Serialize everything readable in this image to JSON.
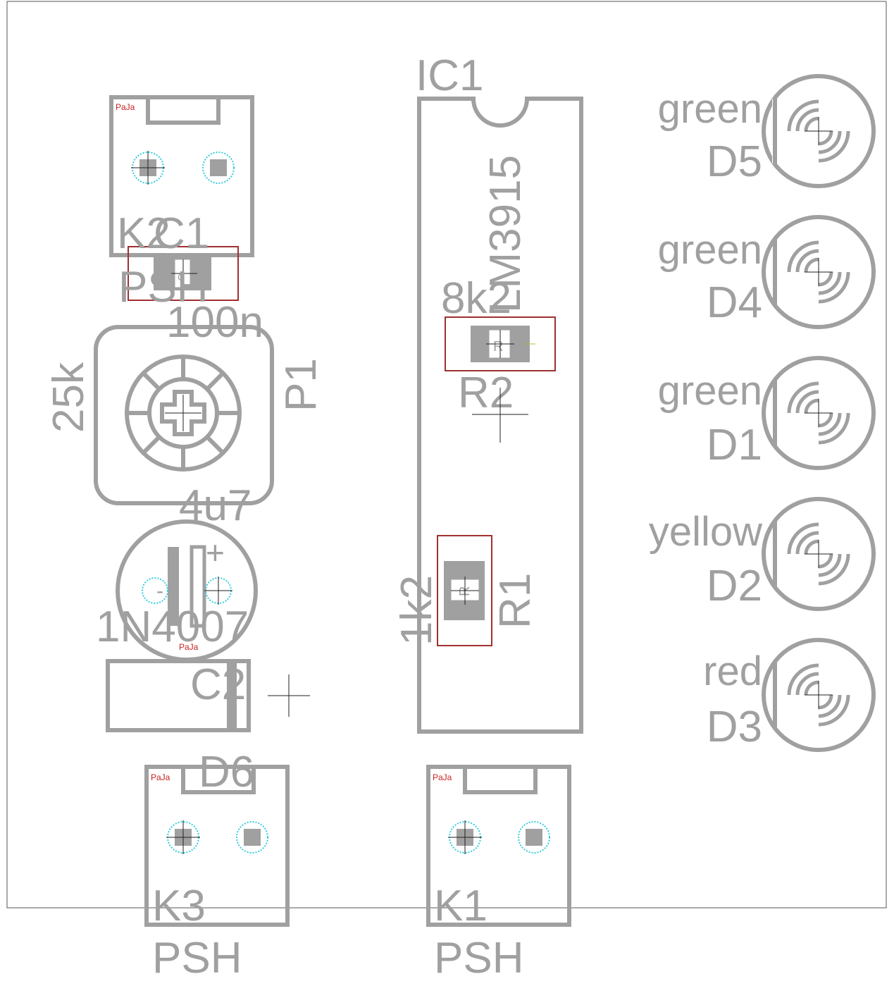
{
  "components": {
    "IC1": {
      "ref": "IC1",
      "value": "LM3915"
    },
    "K1": {
      "ref": "K1",
      "value": "PSH",
      "brand": "PaJa"
    },
    "K2": {
      "ref": "K2",
      "value": "PSH",
      "brand": "PaJa"
    },
    "K3": {
      "ref": "K3",
      "value": "PSH",
      "brand": "PaJa"
    },
    "C1": {
      "ref": "C1",
      "value": "100n"
    },
    "C2": {
      "ref": "C2",
      "value": "4u7"
    },
    "P1": {
      "ref": "P1",
      "value": "25k"
    },
    "R1": {
      "ref": "R1",
      "value": "1k2",
      "marker": "R"
    },
    "R2": {
      "ref": "R2",
      "value": "8k2",
      "marker": "R"
    },
    "D6": {
      "ref": "D6",
      "value": "1N4007",
      "brand": "PaJa"
    },
    "C1_marker": "C",
    "C2_plus": "+",
    "C2_minus": "-",
    "leds": [
      {
        "ref": "D5",
        "color": "green"
      },
      {
        "ref": "D4",
        "color": "green"
      },
      {
        "ref": "D1",
        "color": "green"
      },
      {
        "ref": "D2",
        "color": "yellow"
      },
      {
        "ref": "D3",
        "color": "red"
      }
    ]
  },
  "colors": {
    "silkscreen": "#a0a0a0",
    "pad_ring": "#33ccdd",
    "smd_outline": "#a03030",
    "brand_text": "#cc2222"
  }
}
